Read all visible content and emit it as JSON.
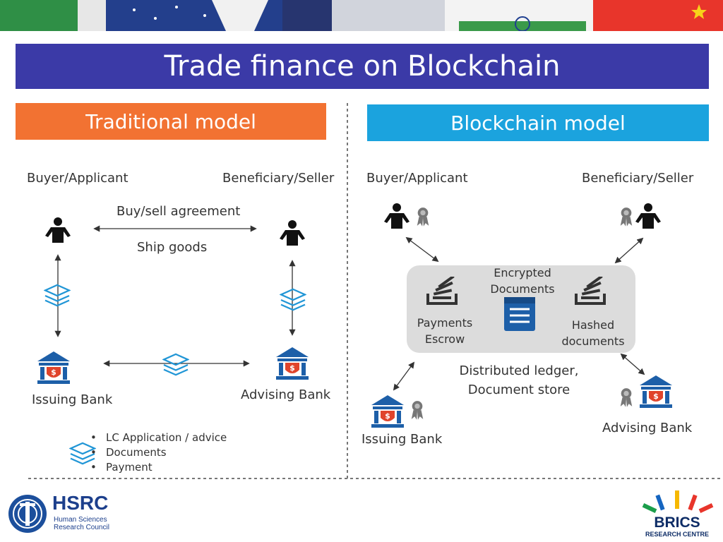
{
  "title": "Trade finance on Blockchain",
  "traditional": {
    "heading": "Traditional model",
    "buyer": "Buyer/Applicant",
    "seller": "Beneficiary/Seller",
    "agreement": "Buy/sell agreement",
    "ship": "Ship goods",
    "issuing_bank": "Issuing Bank",
    "advising_bank": "Advising Bank",
    "legend": [
      "LC Application / advice",
      "Documents",
      "Payment"
    ]
  },
  "blockchain": {
    "heading": "Blockchain model",
    "buyer": "Buyer/Applicant",
    "seller": "Beneficiary/Seller",
    "encrypted_l1": "Encrypted",
    "encrypted_l2": "Documents",
    "payments_l1": "Payments",
    "payments_l2": "Escrow",
    "hashed_l1": "Hashed",
    "hashed_l2": "documents",
    "ledger_l1": "Distributed ledger,",
    "ledger_l2": "Document store",
    "issuing_bank": "Issuing Bank",
    "advising_bank": "Advising Bank"
  },
  "logos": {
    "hsrc_name": "HSRC",
    "hsrc_l1": "Human Sciences",
    "hsrc_l2": "Research Council",
    "brics_name": "BRICS",
    "brics_sub": "RESEARCH CENTRE"
  },
  "colors": {
    "title_bg": "#3b3aa7",
    "traditional_bg": "#f27232",
    "blockchain_bg": "#1ba3de",
    "bank_blue": "#1d5fa8",
    "bank_red": "#e0442b",
    "layers_blue": "#2196d6"
  }
}
